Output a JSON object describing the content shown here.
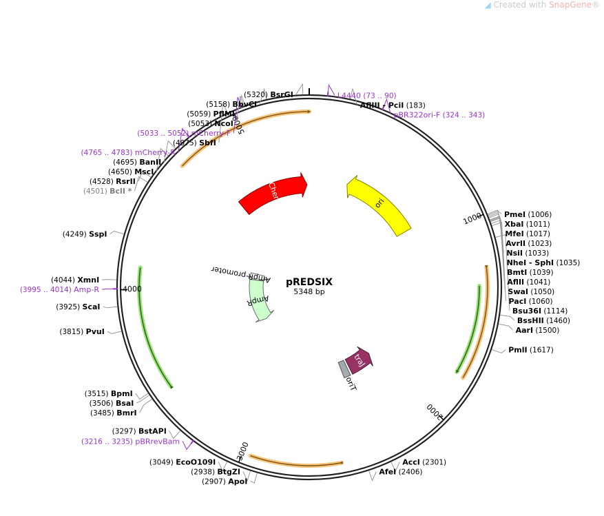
{
  "watermark": {
    "prefix": "Created with ",
    "brand": "SnapGene",
    "suffix": "®"
  },
  "plasmid": {
    "name": "pREDSIX",
    "length_label": "5348 bp",
    "total_bp": 5348
  },
  "colors": {
    "backbone": "#222222",
    "mcherry": "#ff0000",
    "ori": "#ffff00",
    "ampr": "#ccffcc",
    "traj": "#993366",
    "orit": "#a3aab0",
    "primer": "#9933cc",
    "orf_orange": "#f5c37a",
    "orf_green": "#9ee27a"
  },
  "ticks": [
    "1000",
    "2000",
    "3000",
    "4000",
    "5000"
  ],
  "features": [
    {
      "id": "mcherry",
      "label": "mCherry",
      "start": 4760,
      "end": 5330,
      "dir": 1
    },
    {
      "id": "ori",
      "label": "ori",
      "start": 300,
      "end": 890,
      "dir": -1
    },
    {
      "id": "ampr",
      "label": "AmpR",
      "start": 3475,
      "end": 4125,
      "dir": -1
    },
    {
      "id": "ampr_promoter",
      "label": "AmpR promoter",
      "start": 4125,
      "end": 4220,
      "dir": -1
    },
    {
      "id": "traj",
      "label": "traJ",
      "start": 2050,
      "end": 2280,
      "dir": -1
    },
    {
      "id": "orit",
      "label": "oriT",
      "start": 2300,
      "end": 2360,
      "dir": 0
    }
  ],
  "orfs": [
    {
      "id": "orf-mcherry-frame",
      "start": 4660,
      "end": 5348,
      "dir": 1,
      "color": "orange"
    },
    {
      "id": "orf-right-orange",
      "start": 1240,
      "end": 1790,
      "dir": -1,
      "color": "orange"
    },
    {
      "id": "orf-right-green",
      "start": 1330,
      "end": 1780,
      "dir": 1,
      "color": "green"
    },
    {
      "id": "orf-bottom-orange",
      "start": 2520,
      "end": 2960,
      "dir": -1,
      "color": "orange"
    },
    {
      "id": "orf-left-green",
      "start": 3480,
      "end": 4110,
      "dir": -1,
      "color": "green"
    }
  ],
  "site_labels": [
    {
      "name": "BsrGI",
      "pos": "(5320)",
      "bp": 5320,
      "side": "left",
      "kind": "site"
    },
    {
      "name": "BbvCI",
      "pos": "(5158)",
      "bp": 5158,
      "side": "left",
      "kind": "site"
    },
    {
      "name": "PflMI",
      "pos": "(5059)",
      "bp": 5059,
      "side": "left",
      "kind": "site"
    },
    {
      "name": "NcoI",
      "pos": "(5053)",
      "bp": 5053,
      "side": "left",
      "kind": "site"
    },
    {
      "name": "mCherry-F",
      "pos": "(5033 .. 5052)",
      "bp": 5042,
      "side": "left",
      "kind": "primer"
    },
    {
      "name": "SbfI",
      "pos": "(4975)",
      "bp": 4975,
      "side": "left",
      "kind": "site"
    },
    {
      "name": "mCherry-R",
      "pos": "(4765 .. 4783)",
      "bp": 4774,
      "side": "left",
      "kind": "primer"
    },
    {
      "name": "BanII",
      "pos": "(4695)",
      "bp": 4695,
      "side": "left",
      "kind": "site"
    },
    {
      "name": "MscI",
      "pos": "(4650)",
      "bp": 4650,
      "side": "left",
      "kind": "site"
    },
    {
      "name": "RsrII",
      "pos": "(4528)",
      "bp": 4528,
      "side": "left",
      "kind": "site"
    },
    {
      "name": "BclI",
      "pos": "(4501)",
      "bp": 4501,
      "side": "left",
      "kind": "site-gray",
      "suffix": "*"
    },
    {
      "name": "SspI",
      "pos": "(4249)",
      "bp": 4249,
      "side": "left",
      "kind": "site"
    },
    {
      "name": "XmnI",
      "pos": "(4044)",
      "bp": 4044,
      "side": "left",
      "kind": "site"
    },
    {
      "name": "Amp-R",
      "pos": "(3995 .. 4014)",
      "bp": 4004,
      "side": "left",
      "kind": "primer"
    },
    {
      "name": "ScaI",
      "pos": "(3925)",
      "bp": 3925,
      "side": "left",
      "kind": "site"
    },
    {
      "name": "PvuI",
      "pos": "(3815)",
      "bp": 3815,
      "side": "left",
      "kind": "site"
    },
    {
      "name": "BpmI",
      "pos": "(3515)",
      "bp": 3515,
      "side": "left",
      "kind": "site"
    },
    {
      "name": "BsaI",
      "pos": "(3506)",
      "bp": 3506,
      "side": "left",
      "kind": "site"
    },
    {
      "name": "BmrI",
      "pos": "(3485)",
      "bp": 3485,
      "side": "left",
      "kind": "site"
    },
    {
      "name": "BstAPI",
      "pos": "(3297)",
      "bp": 3297,
      "side": "left",
      "kind": "site"
    },
    {
      "name": "pBRrevBam",
      "pos": "(3216 .. 3235)",
      "bp": 3225,
      "side": "left",
      "kind": "primer"
    },
    {
      "name": "EcoO109I",
      "pos": "(3049)",
      "bp": 3049,
      "side": "left",
      "kind": "site"
    },
    {
      "name": "BtgZI",
      "pos": "(2938)",
      "bp": 2938,
      "side": "left",
      "kind": "site"
    },
    {
      "name": "ApoI",
      "pos": "(2907)",
      "bp": 2907,
      "side": "left",
      "kind": "site"
    },
    {
      "name": "L4440",
      "pos": "(73 .. 90)",
      "bp": 82,
      "side": "right",
      "kind": "primer"
    },
    {
      "name": "AflIII - PciI",
      "pos": "(183)",
      "bp": 183,
      "side": "right",
      "kind": "site"
    },
    {
      "name": "pBR322ori-F",
      "pos": "(324 .. 343)",
      "bp": 333,
      "side": "right",
      "kind": "primer"
    },
    {
      "name": "PmeI",
      "pos": "(1006)",
      "bp": 1006,
      "side": "right",
      "kind": "site"
    },
    {
      "name": "XbaI",
      "pos": "(1011)",
      "bp": 1011,
      "side": "right",
      "kind": "site"
    },
    {
      "name": "MfeI",
      "pos": "(1017)",
      "bp": 1017,
      "side": "right",
      "kind": "site"
    },
    {
      "name": "AvrII",
      "pos": "(1023)",
      "bp": 1023,
      "side": "right",
      "kind": "site"
    },
    {
      "name": "NsiI",
      "pos": "(1033)",
      "bp": 1033,
      "side": "right",
      "kind": "site"
    },
    {
      "name": "NheI - SphI",
      "pos": "(1035)",
      "bp": 1035,
      "side": "right",
      "kind": "site"
    },
    {
      "name": "BmtI",
      "pos": "(1039)",
      "bp": 1039,
      "side": "right",
      "kind": "site"
    },
    {
      "name": "AflII",
      "pos": "(1041)",
      "bp": 1041,
      "side": "right",
      "kind": "site"
    },
    {
      "name": "SwaI",
      "pos": "(1050)",
      "bp": 1050,
      "side": "right",
      "kind": "site"
    },
    {
      "name": "PacI",
      "pos": "(1060)",
      "bp": 1060,
      "side": "right",
      "kind": "site"
    },
    {
      "name": "Bsu36I",
      "pos": "(1114)",
      "bp": 1114,
      "side": "right",
      "kind": "site"
    },
    {
      "name": "BssHII",
      "pos": "(1460)",
      "bp": 1460,
      "side": "right",
      "kind": "site"
    },
    {
      "name": "AarI",
      "pos": "(1500)",
      "bp": 1500,
      "side": "right",
      "kind": "site"
    },
    {
      "name": "PmlI",
      "pos": "(1617)",
      "bp": 1617,
      "side": "right",
      "kind": "site"
    },
    {
      "name": "AccI",
      "pos": "(2301)",
      "bp": 2301,
      "side": "right",
      "kind": "site"
    },
    {
      "name": "AfeI",
      "pos": "(2406)",
      "bp": 2406,
      "side": "right",
      "kind": "site"
    }
  ]
}
